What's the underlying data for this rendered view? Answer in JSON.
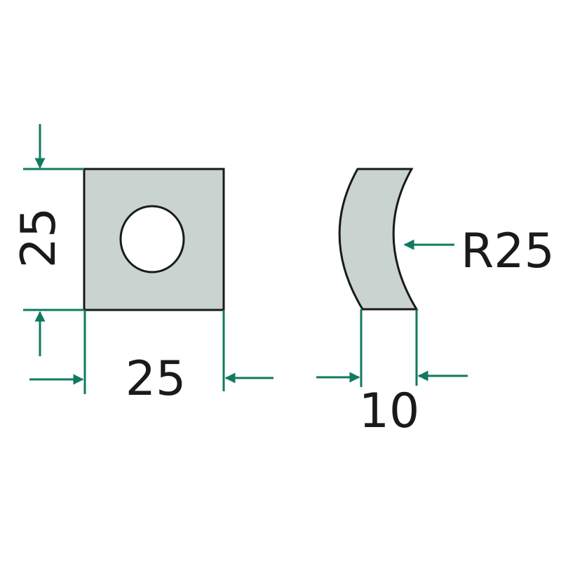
{
  "colors": {
    "dimension_line": "#0f7a5f",
    "part_fill": "#c9d3d0",
    "outline": "#1a1a1a",
    "background": "#ffffff"
  },
  "dimensions": {
    "square_height": "25",
    "square_width": "25",
    "curved_thickness": "10",
    "curve_radius": "R25"
  }
}
